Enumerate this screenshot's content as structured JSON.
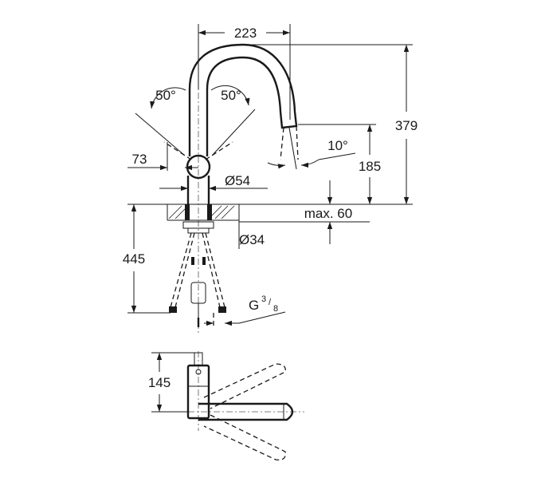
{
  "dimensions": {
    "width_top": "223",
    "angle_left": "50°",
    "angle_right": "50°",
    "total_height": "379",
    "spout_angle": "10°",
    "spout_height": "185",
    "offset_73": "73",
    "body_diameter": "Ø54",
    "counter_thickness": "max. 60",
    "hole_diameter": "Ø34",
    "below_height": "445",
    "thread_main": "G",
    "thread_num": "3",
    "thread_den": "8",
    "top_view_depth": "145"
  },
  "colors": {
    "line": "#1a1a1a",
    "background": "#ffffff"
  }
}
